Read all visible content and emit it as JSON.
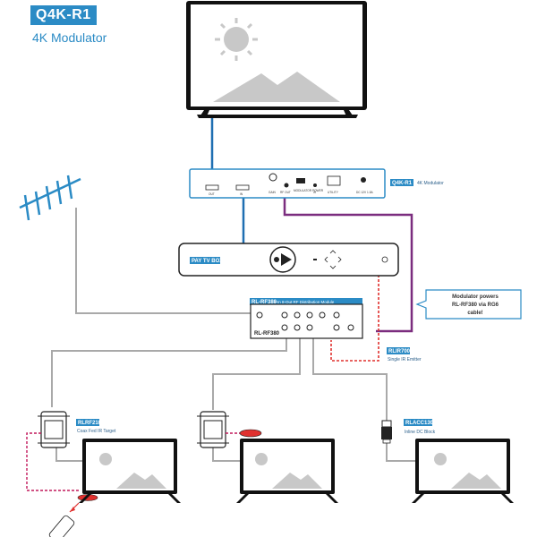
{
  "header": {
    "product_code": "Q4K-R1",
    "product_name": "4K Modulator"
  },
  "modulator": {
    "tag": "Q4K-R1",
    "label": "4K Modulator",
    "ports": {
      "out": "OUT",
      "hdmi_in": "IN",
      "gain": "GAIN",
      "rf_out": "RF OUT",
      "modulator_power": "MODULATOR POWER",
      "ir": "IR",
      "utility": "UTILITY",
      "dc": "DC 12V 1.5A"
    }
  },
  "pay_tv_box": {
    "tag": "PAY TV BOX"
  },
  "distribution": {
    "tag": "RL-RF380",
    "label": "3-In 8-Out RF Distribution Module",
    "model_text": "RL-RF380"
  },
  "callout": {
    "lines": [
      "Modulator powers",
      "RL-RF380 via RG6",
      "cable!"
    ]
  },
  "emitter": {
    "tag": "RLIR700",
    "label": "Single IR Emitter"
  },
  "coax_target": {
    "tag": "RLRF210",
    "label": "Coax Fed IR Target"
  },
  "dc_block": {
    "tag": "RLACC130",
    "label": "Inline DC Block"
  },
  "colors": {
    "hdmi": "#1f6fb2",
    "power": "#7b2d7f",
    "ir": "#e0312f",
    "coax": "#a9a9a9",
    "accent": "#2b8bc5"
  }
}
